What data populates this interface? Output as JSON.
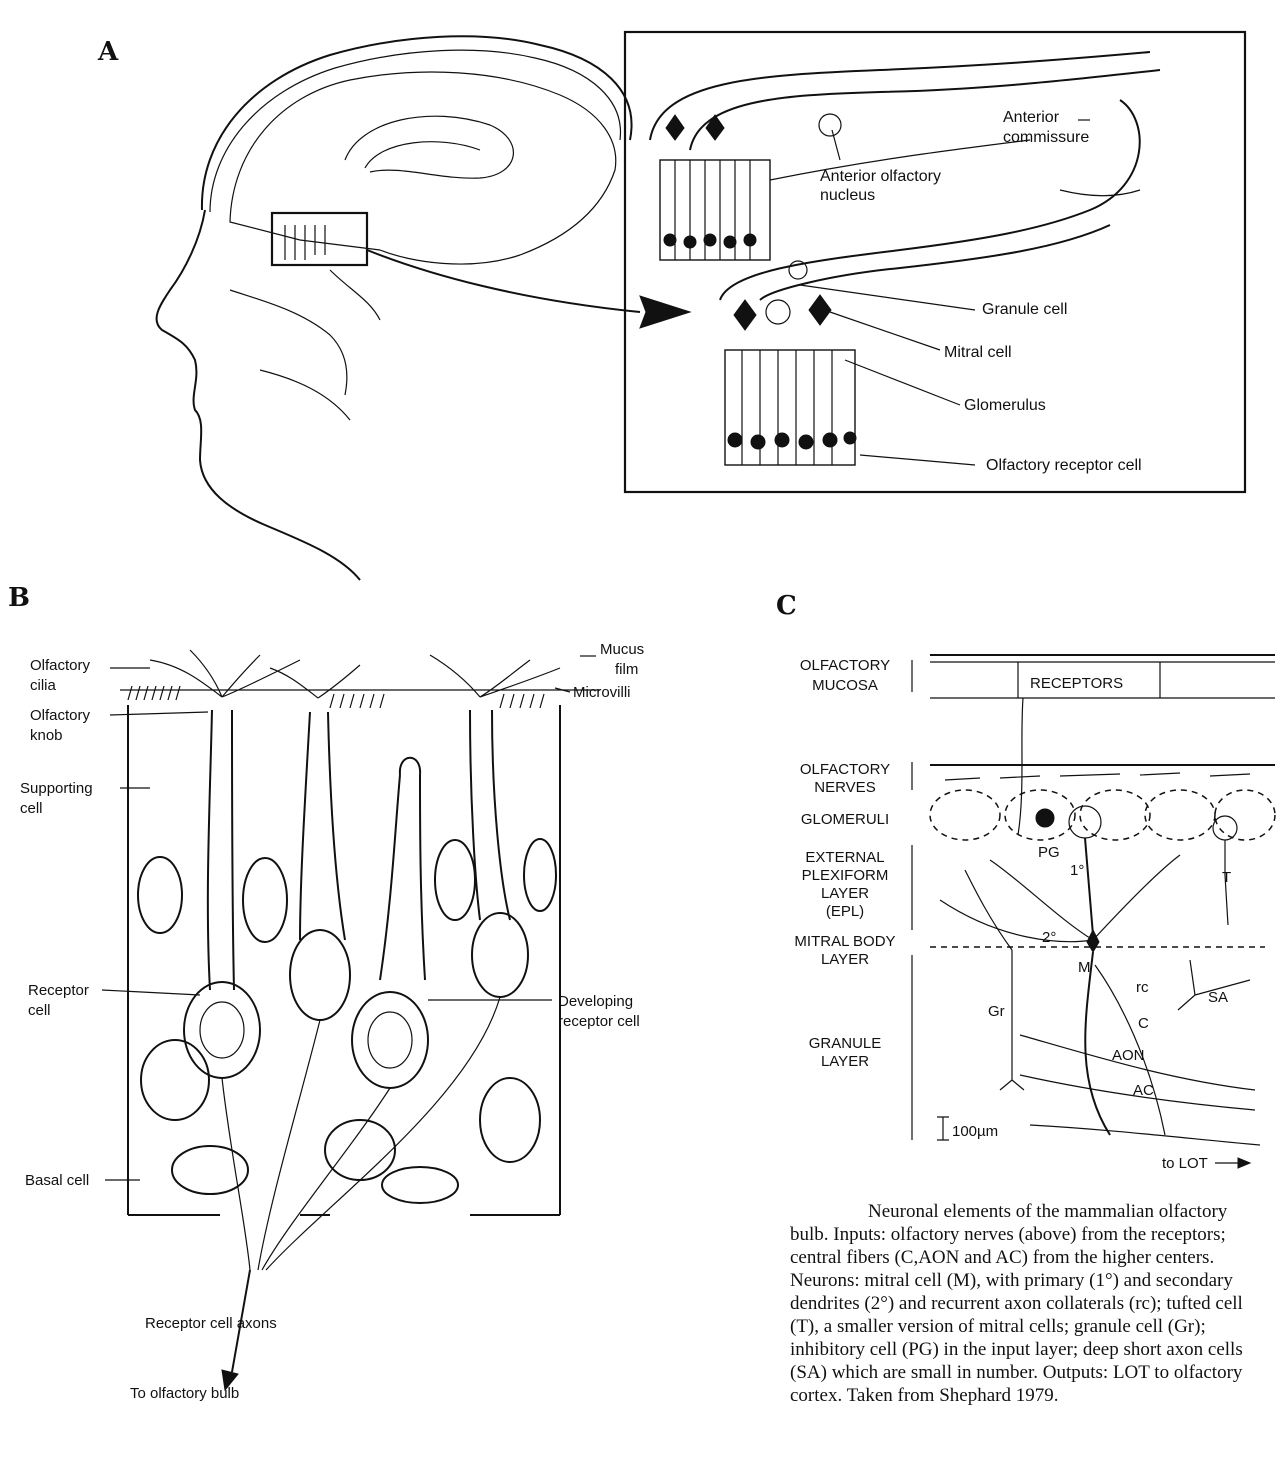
{
  "panel_a": {
    "letter": "A",
    "labels": {
      "anterior_commissure_1": "Anterior",
      "anterior_commissure_2": "commissure",
      "aon_1": "Anterior olfactory",
      "aon_2": "nucleus",
      "granule_cell": "Granule cell",
      "mitral_cell": "Mitral cell",
      "glomerulus": "Glomerulus",
      "receptor_cell": "Olfactory receptor cell"
    }
  },
  "panel_b": {
    "letter": "B",
    "labels": {
      "mucus_1": "Mucus",
      "mucus_2": "film",
      "microvilli": "Microvilli",
      "cilia_1": "Olfactory",
      "cilia_2": "cilia",
      "knob_1": "Olfactory",
      "knob_2": "knob",
      "supporting_1": "Supporting",
      "supporting_2": "cell",
      "receptor_1": "Receptor",
      "receptor_2": "cell",
      "developing_1": "Developing",
      "developing_2": "receptor cell",
      "basal": "Basal cell",
      "axons": "Receptor cell axons",
      "to_bulb": "To olfactory bulb"
    }
  },
  "panel_c": {
    "letter": "C",
    "layers": {
      "mucosa_1": "OLFACTORY",
      "mucosa_2": "MUCOSA",
      "nerves_1": "OLFACTORY",
      "nerves_2": "NERVES",
      "glomeruli": "GLOMERULI",
      "epl_1": "EXTERNAL",
      "epl_2": "PLEXIFORM",
      "epl_3": "LAYER",
      "epl_4": "(EPL)",
      "mitral_1": "MITRAL BODY",
      "mitral_2": "LAYER",
      "granule_1": "GRANULE",
      "granule_2": "LAYER"
    },
    "labels": {
      "receptors": "RECEPTORS",
      "pg": "PG",
      "primary": "1°",
      "secondary": "2°",
      "t": "T",
      "m": "M",
      "rc": "rc",
      "sa": "SA",
      "c": "C",
      "aon": "AON",
      "ac": "AC",
      "gr": "Gr",
      "scale": "100µm",
      "to_lot": "to LOT"
    },
    "caption": "Neuronal elements of the mammalian olfactory bulb.  Inputs: olfactory nerves (above) from the receptors; central fibers (C,AON and AC) from the higher centers. Neurons: mitral cell (M), with primary (1°) and secondary dendrites (2°) and recurrent axon collaterals (rc); tufted cell (T), a smaller version of mitral cells; granule cell (Gr); inhibitory cell (PG) in the input layer; deep short axon cells (SA) which are small in number. Outputs: LOT to olfactory cortex. Taken from Shephard 1979."
  }
}
